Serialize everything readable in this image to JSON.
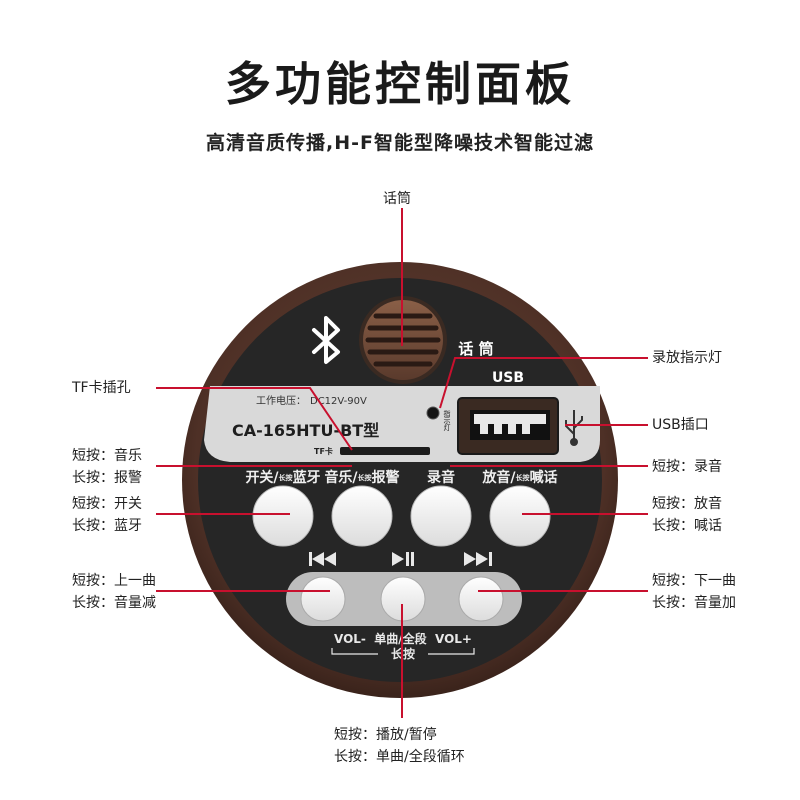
{
  "title": "多功能控制面板",
  "subtitle": "高清音质传播,H-F智能型降噪技术智能过滤",
  "callouts": {
    "mic": "话筒",
    "record_indicator": "录放指示灯",
    "tf_slot": "TF卡插孔",
    "usb_port": "USB插口",
    "left_btn1_short": "短按：音乐",
    "left_btn1_long": "长按：报警",
    "right_record": "短按：录音",
    "left_btn0_short": "短按：开关",
    "left_btn0_long": "长按：蓝牙",
    "right_btn3_short": "短按：放音",
    "right_btn3_long": "长按：喊话",
    "prev_short": "短按：上一曲",
    "prev_long": "长按：音量减",
    "next_short": "短按：下一曲",
    "next_long": "长按：音量加",
    "play_short": "短按：播放/暂停",
    "play_long": "长按：单曲/全段循环"
  },
  "panel": {
    "mic_label": "话 筒",
    "usb_label": "USB",
    "voltage_label": "工作电压：",
    "voltage_value": "DC12V-90V",
    "model": "CA-165HTU-BT型",
    "tf_label": "TF卡",
    "indicator_label": "指示灯",
    "top_buttons": [
      {
        "main": "开关/",
        "small": "长按",
        "tail": "蓝牙"
      },
      {
        "main": "音乐/",
        "small": "长按",
        "tail": "报警"
      },
      {
        "main": "录音",
        "small": "",
        "tail": ""
      },
      {
        "main": "放音/",
        "small": "长按",
        "tail": "喊话"
      }
    ],
    "transport_icons": [
      "prev-track-icon",
      "play-pause-icon",
      "next-track-icon"
    ],
    "bottom_label": "VOL-  单曲/全段  VOL+",
    "bottom_sub": "长按"
  },
  "colors": {
    "accent_red": "#c8102e",
    "wood": "#5a3a2e",
    "panel_dark": "#2b2b2b",
    "panel_light": "#d9d9d9"
  }
}
